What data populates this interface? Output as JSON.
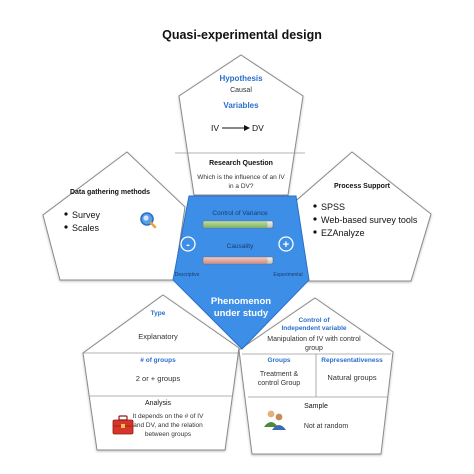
{
  "title": "Quasi-experimental design",
  "top": {
    "hypothesis_label": "Hypothesis",
    "hypothesis_value": "Causal",
    "variables_label": "Variables",
    "iv": "IV",
    "dv": "DV",
    "rq_label": "Research Question",
    "rq_line1": "Which is the influence of an IV",
    "rq_line2": "in a DV?"
  },
  "left": {
    "heading": "Data gathering methods",
    "items": [
      "Survey",
      "Scales"
    ],
    "icon": "magnifier-icon"
  },
  "right": {
    "heading": "Process Support",
    "items": [
      "SPSS",
      "Web-based survey tools",
      "EZAnalyze"
    ]
  },
  "center": {
    "control_label": "Control of Variance",
    "causality_label": "Causality",
    "minus": "-",
    "plus": "+",
    "descriptive": "Descriptive",
    "experimental": "Experimental",
    "phenomenon_line1": "Phenomenon",
    "phenomenon_line2": "under study"
  },
  "bottom_left": {
    "type_label": "Type",
    "type_value": "Explanatory",
    "groups_label": "# of groups",
    "groups_value": "2 or + groups",
    "analysis_label": "Analysis",
    "analysis_line1": "It depends on the # of IV",
    "analysis_line2": "and DV, and the relation",
    "analysis_line3": "between groups",
    "icon": "toolbox-icon"
  },
  "bottom_right": {
    "control_label_line1": "Control of",
    "control_label_line2": "Independent variable",
    "control_value_line1": "Manipulation of IV with control",
    "control_value_line2": "group",
    "groups_label": "Groups",
    "groups_line1": "Treatment &",
    "groups_line2": "control Group",
    "repr_label": "Representativeness",
    "repr_value": "Natural groups",
    "sample_label": "Sample",
    "sample_value": "Not at random",
    "icon": "people-icon"
  },
  "colors": {
    "accent_blue": "#2a6fc9",
    "center_fill": "#3d8ee6",
    "outline": "#8a8a8a",
    "divider": "#9a9a9a"
  }
}
